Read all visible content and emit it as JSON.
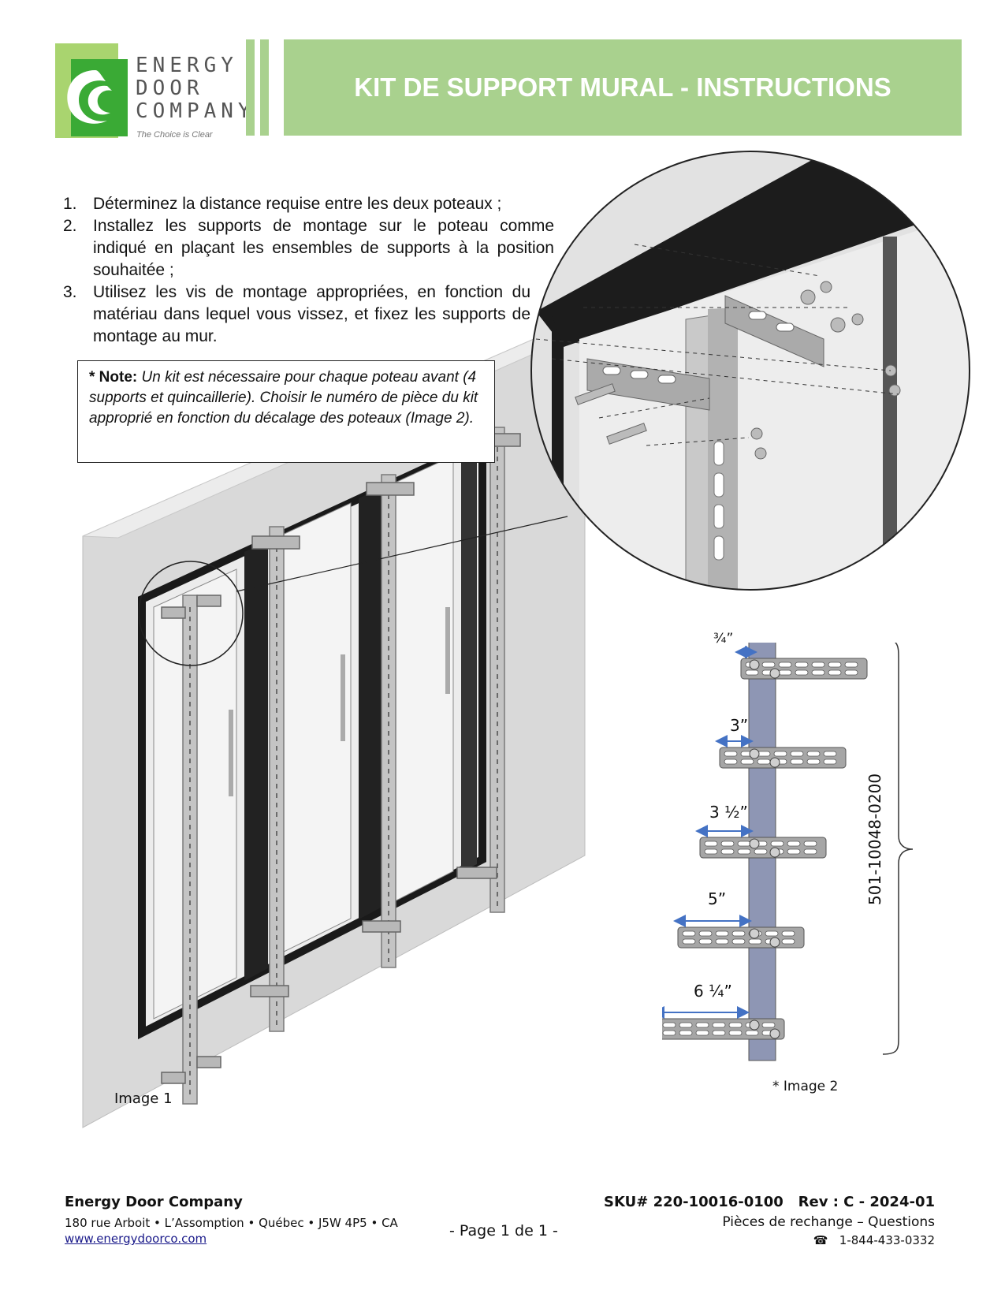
{
  "header": {
    "logo_line1": "ENERGY",
    "logo_line2": "DOOR",
    "logo_line3": "COMPANY",
    "logo_tagline": "The Choice is Clear",
    "title": "KIT DE SUPPORT MURAL - INSTRUCTIONS"
  },
  "steps": [
    {
      "num": "1.",
      "text": "Déterminez la distance requise entre les deux poteaux ;"
    },
    {
      "num": "2.",
      "text": "Installez les supports de montage sur le poteau comme indiqué en plaçant les ensembles de supports à la position souhaitée ;"
    },
    {
      "num": "3.",
      "text": "Utilisez les vis de montage appropriées, en fonction du matériau dans lequel vous vissez, et fixez les supports de montage au mur."
    }
  ],
  "note": {
    "label": "* Note:",
    "text": "Un kit est nécessaire pour chaque poteau avant (4 supports et quincaillerie). Choisir le numéro de pièce du kit approprié en fonction du décalage des poteaux (Image 2)."
  },
  "image1": {
    "caption": "Image 1"
  },
  "image2": {
    "caption": "* Image 2",
    "part_number": "501-10048-0200",
    "offsets": [
      "¾”",
      "3”",
      "3 ½”",
      "5”",
      "6 ¼”"
    ]
  },
  "footer": {
    "company": "Energy Door Company",
    "address": "180 rue Arboit • L’Assomption • Québec • J5W 4P5 • CA",
    "url": "www.energydoorco.com",
    "page": "-  Page 1 de 1  -",
    "sku": "SKU# 220-10016-0100",
    "rev": "Rev : C  - 2024-01",
    "parts": "Pièces de rechange – Questions",
    "phone_icon": "☎",
    "phone": "1-844-433-0332"
  },
  "colors": {
    "banner": "#a9d18e",
    "logo_green": "#3aaa35",
    "arrow_blue": "#4472c4",
    "post_blue": "#8e96b4"
  }
}
